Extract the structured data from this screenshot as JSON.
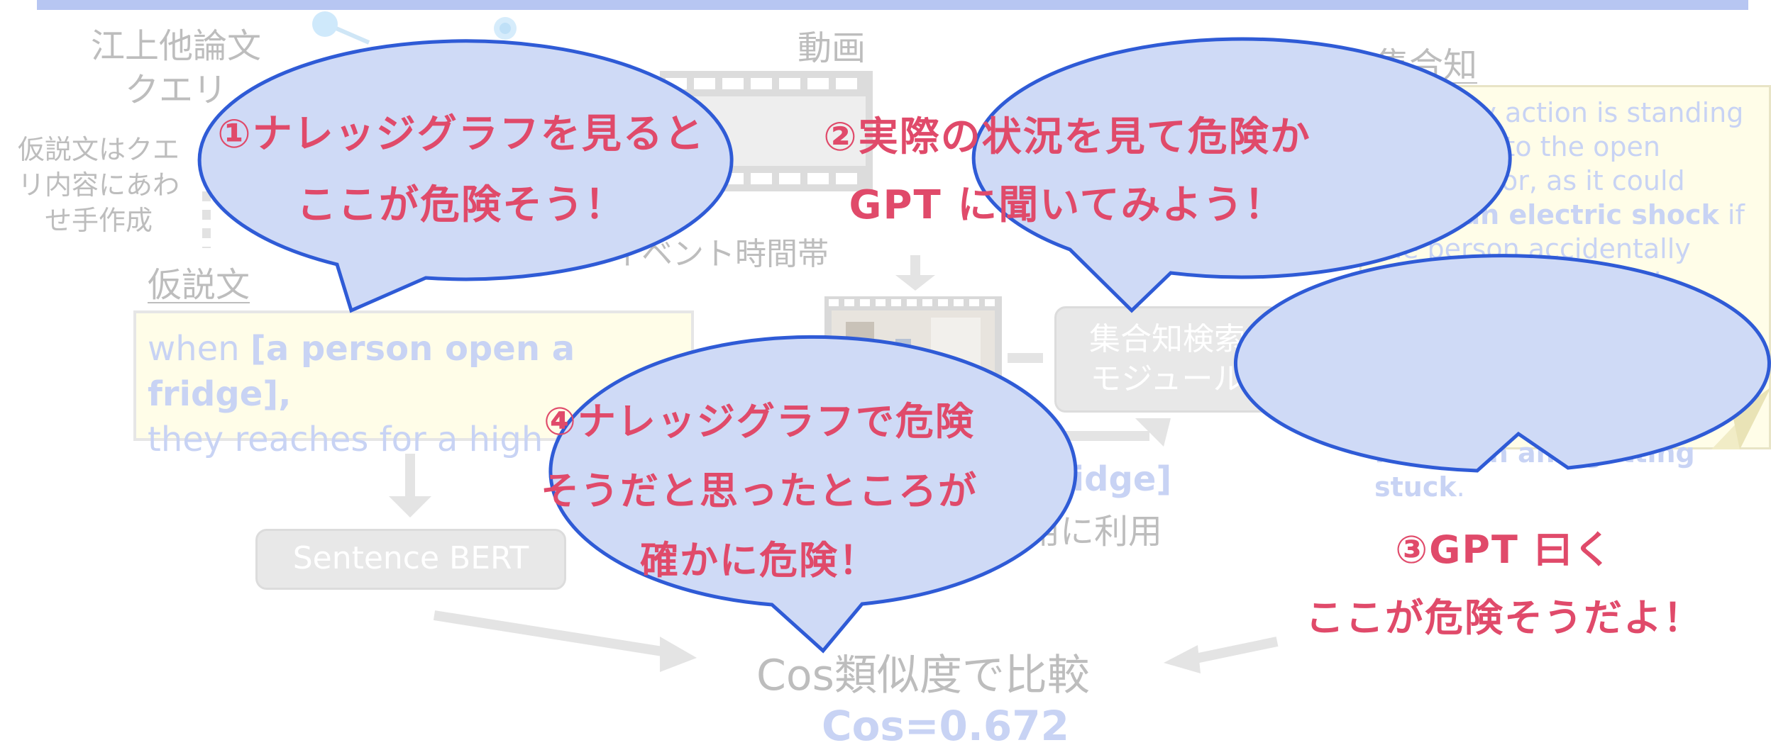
{
  "labels": {
    "paper_query": "江上他論文\nクエリ",
    "query_note": "仮説文はクエ\nリ内容にあわ\nせ手作成",
    "video": "動画",
    "event_time": "イベント時間帯",
    "hypothesis": "仮説文",
    "collective": "集合知",
    "cos_compare": "Cos類似度で比較",
    "cos_value": "Cos=0.672",
    "fridge_note_bracket": "a fridge]",
    "fridge_note_use": "ト用に利用"
  },
  "hypothesis_text": {
    "w1": "when ",
    "b1": "[a person open a fridge],",
    "line2": "they reaches for a high object"
  },
  "collective_text": {
    "p1": "The risky action is standing too close to the open refrigerator, as it could cause ",
    "b1": "an electric shock",
    "p2": " if the person accidentally touches any exposed electrical parts. Additionally, if the person leans too far into the open refrigerator, they risk ",
    "b2": "falling in and getting stuck",
    "p3": "."
  },
  "modules": {
    "search": "集合知検索\nモジュール",
    "sbert": "Sentence BERT"
  },
  "bubbles": {
    "b1": "①ナレッジグラフを見ると\nここが危険そう！",
    "b2": "②実際の状況を見て危険か\nGPT に聞いてみよう！",
    "b3": "③GPT 曰く\nここが危険そうだよ！",
    "b4": "④ナレッジグラフで危険\nそうだと思ったところが\n確かに危険！"
  },
  "colors": {
    "bubble_fill": "#cfdaf6",
    "bubble_stroke": "#2f5bd6",
    "bubble_text": "#e04a6a",
    "faded_text": "#bdbdbd",
    "faded_blue": "#c8d3f4"
  }
}
